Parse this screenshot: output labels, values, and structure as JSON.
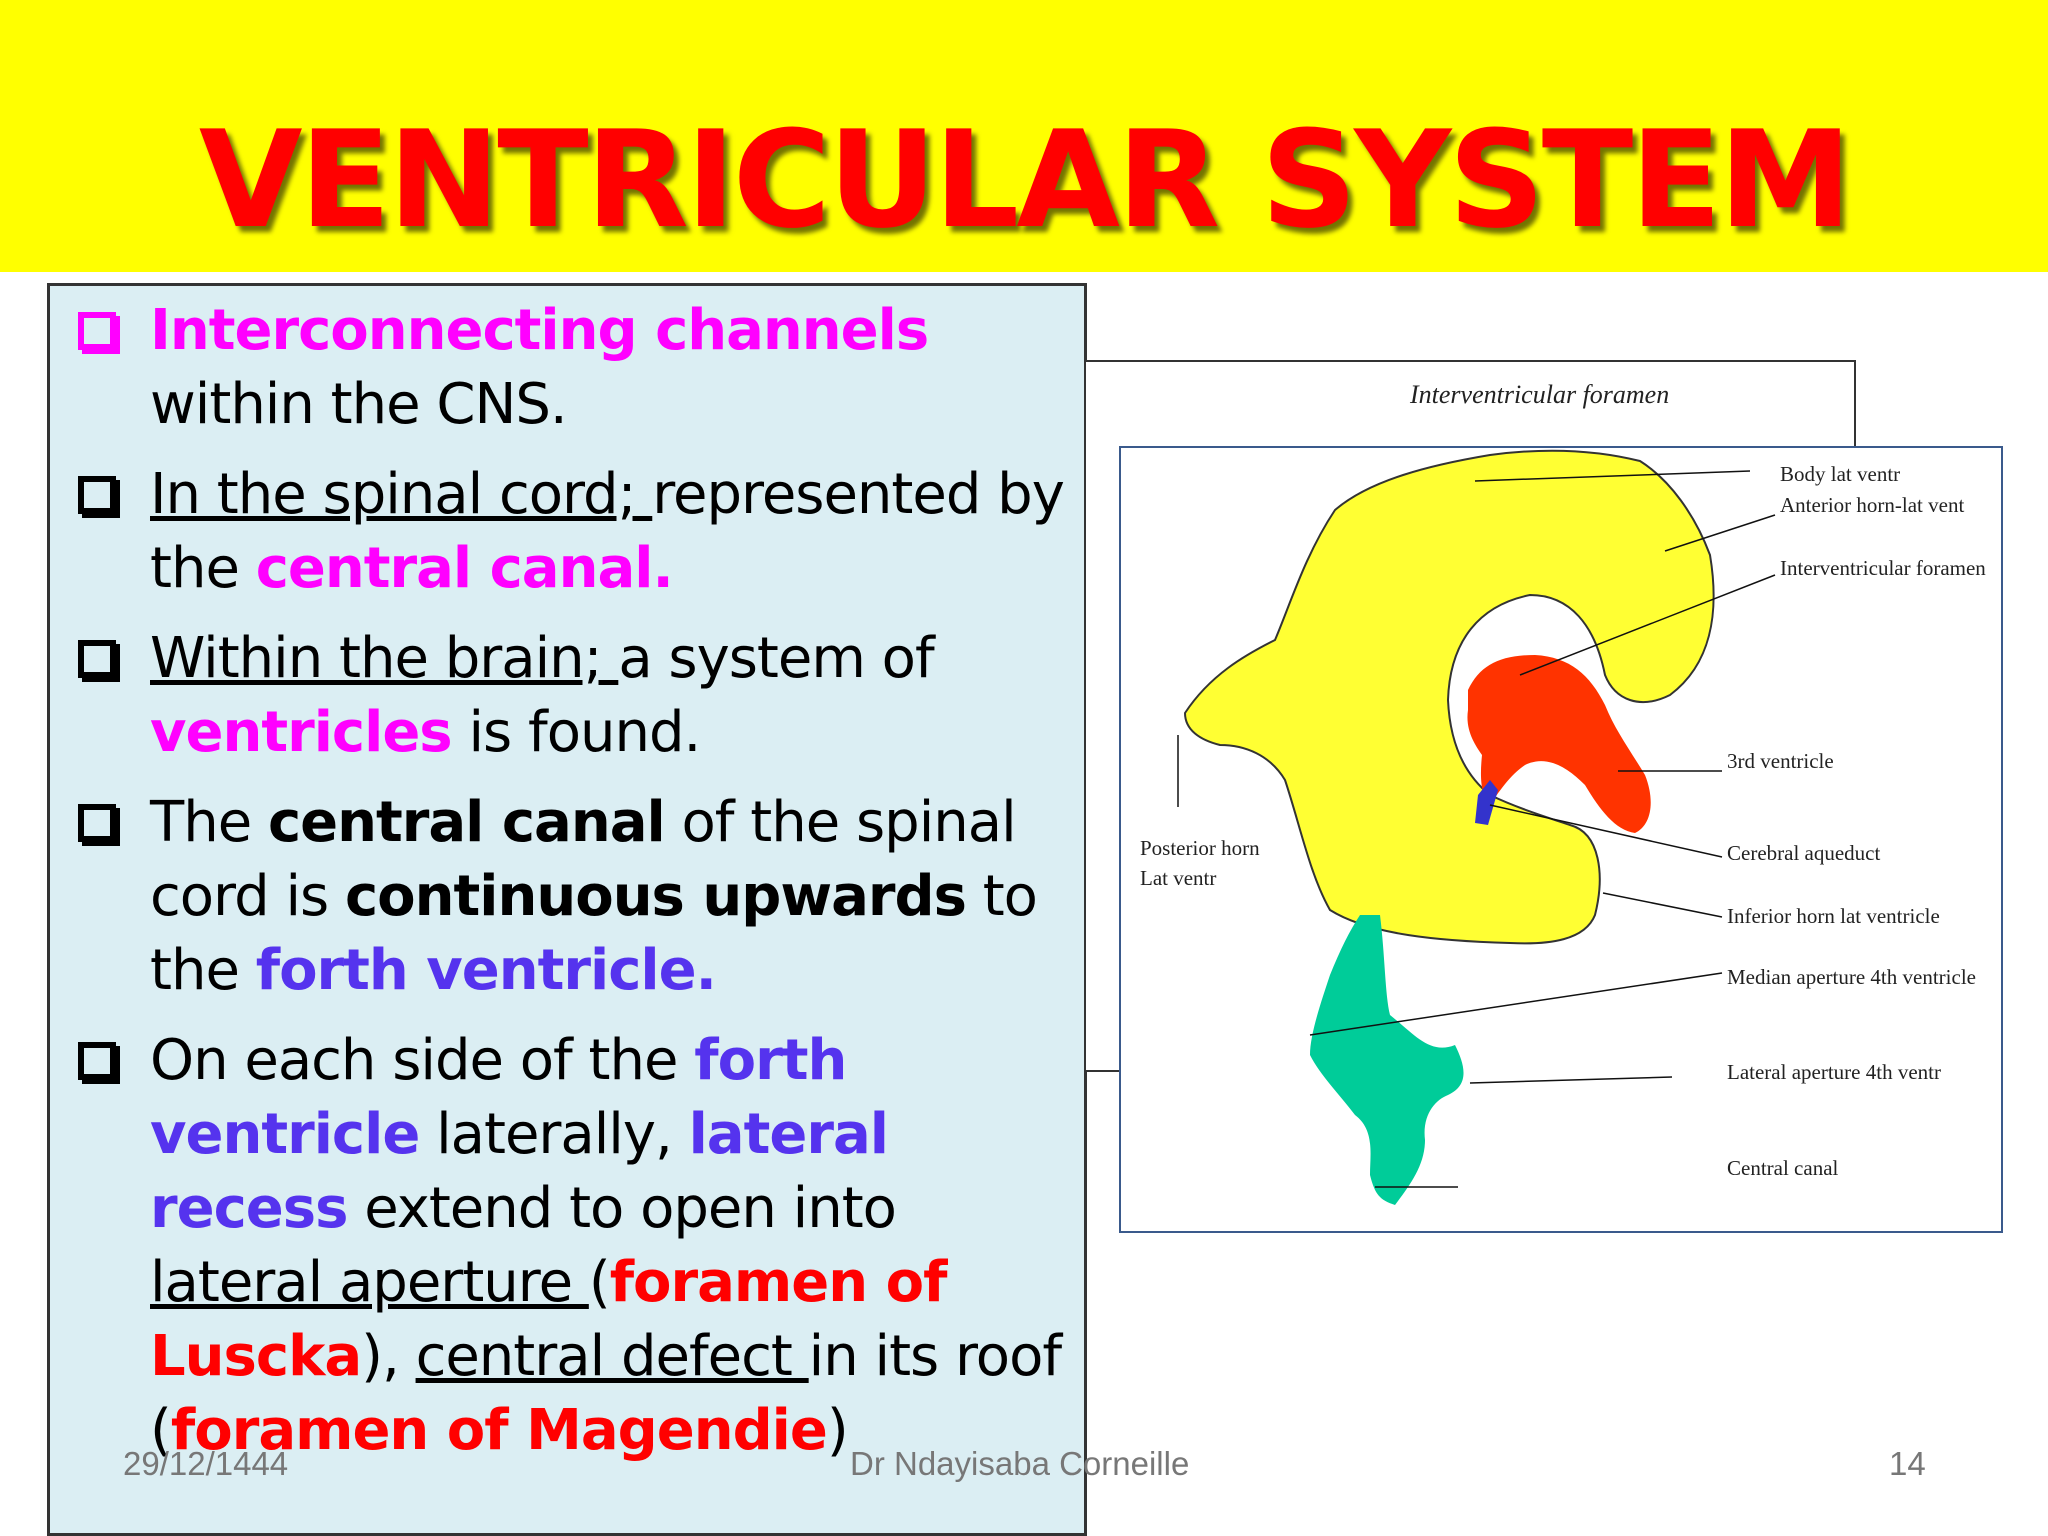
{
  "slide": {
    "title": "VENTRICULAR SYSTEM",
    "bullets": [
      {
        "text_a": "Interconnecting channels",
        "text_b": " within the CNS."
      },
      {
        "text_a": "In the spinal cord; ",
        "text_b": "represented by the ",
        "text_c": "central canal."
      },
      {
        "text_a": "Within the brain; ",
        "text_b": "a system of ",
        "text_c": "ventricles",
        "text_d": " is found."
      },
      {
        "text_a": "The ",
        "text_b": "central canal",
        "text_c": " of the spinal cord is ",
        "text_d": "continuous upwards",
        "text_e": " to the ",
        "text_f": "forth ventricle."
      },
      {
        "text_a": "On each side of the ",
        "text_b": "forth ventricle",
        "text_c": " laterally, ",
        "text_d": "lateral recess",
        "text_e": " extend to open into ",
        "text_f": "lateral aperture ",
        "text_g": "(",
        "text_h": "foramen of Luscka",
        "text_i": "), ",
        "text_j": "central defect ",
        "text_k": "in its roof (",
        "text_l": "foramen of Magendie",
        "text_m": ")"
      }
    ],
    "footer": {
      "date": "29/12/1444",
      "author": "Dr Ndayisaba Corneille",
      "page": "14"
    }
  },
  "diagram": {
    "back_label": "Interventricular foramen",
    "labels": {
      "body_lat": "Body lat ventr",
      "anterior_horn": "Anterior horn-lat vent",
      "interventricular": "Interventricular foramen",
      "third_ventricle": "3rd ventricle",
      "cerebral_aqueduct": "Cerebral aqueduct",
      "inferior_horn": "Inferior horn lat ventricle",
      "median_aperture": "Median aperture 4th ventricle",
      "lateral_aperture": "Lateral aperture 4th ventr",
      "central_canal": "Central canal",
      "posterior_horn_1": "Posterior horn",
      "posterior_horn_2": "Lat ventr"
    },
    "colors": {
      "lateral": "#ffff33",
      "third": "#ff3300",
      "aqueduct": "#3333cc",
      "fourth": "#00cc99"
    }
  }
}
